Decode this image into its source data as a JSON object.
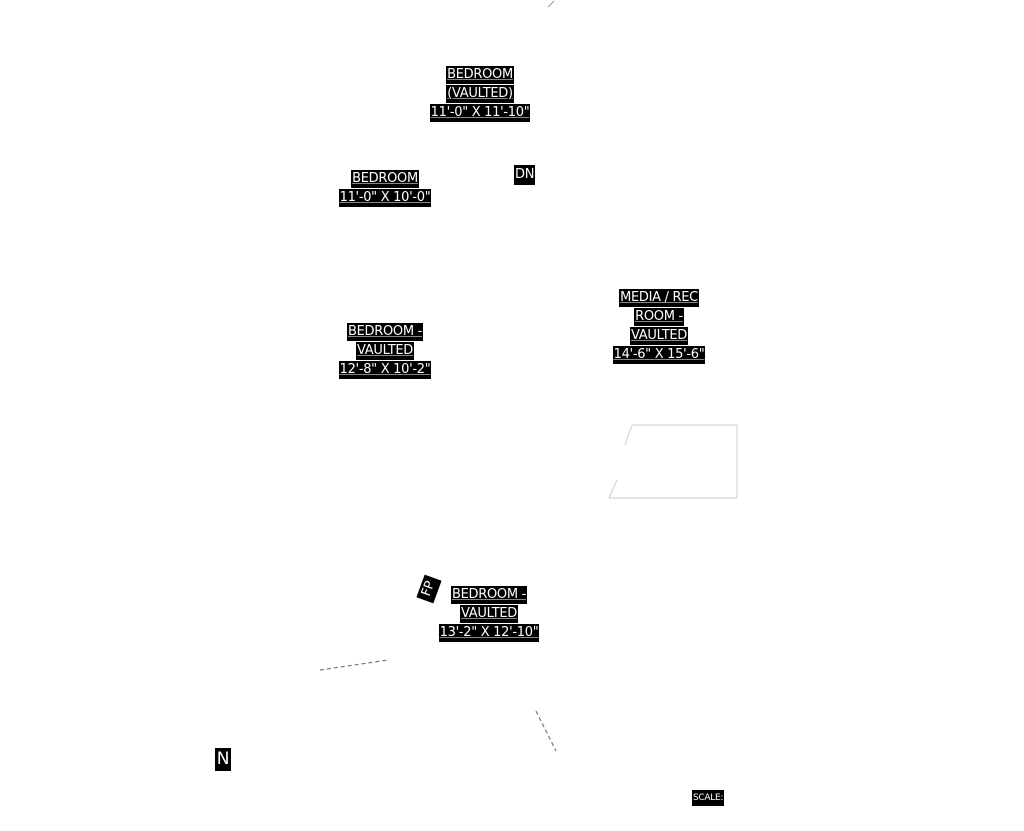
{
  "rooms": {
    "bedroom_vaulted_top": {
      "line1": "BEDROOM",
      "line2": "(VAULTED)",
      "dims": "11'-0\" X 11'-10\""
    },
    "bedroom": {
      "line1": "BEDROOM",
      "dims": "11'-0\" X 10'-0\""
    },
    "bedroom_vaulted_left": {
      "line1": "BEDROOM -",
      "line2": "VAULTED",
      "dims": "12'-8\" X 10'-2\""
    },
    "media_rec": {
      "line1": "MEDIA / REC",
      "line2": "ROOM -",
      "line3": "VAULTED",
      "dims": "14'-6\" X 15'-6\""
    },
    "bedroom_vaulted_bottom": {
      "line1": "BEDROOM -",
      "line2": "VAULTED",
      "dims": "13'-2\" X 12'-10\""
    }
  },
  "markers": {
    "stairs": "DN",
    "fireplace": "FP",
    "north": "N",
    "scale": "SCALE:"
  }
}
